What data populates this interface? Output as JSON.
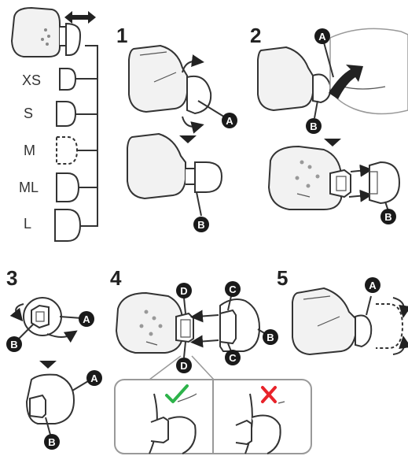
{
  "steps": {
    "s1": "1",
    "s2": "2",
    "s3": "3",
    "s4": "4",
    "s5": "5"
  },
  "sizes": [
    "XS",
    "S",
    "M",
    "ML",
    "L"
  ],
  "callouts": {
    "a": "A",
    "b": "B",
    "c": "C",
    "d": "D"
  },
  "colors": {
    "check": "#2db34a",
    "cross": "#e8232a",
    "arrow": "#222222",
    "callout_bg": "#1a1a1a"
  },
  "icons": {
    "check": "check-icon",
    "cross": "cross-icon",
    "double_arrow": "double-arrow-icon"
  }
}
